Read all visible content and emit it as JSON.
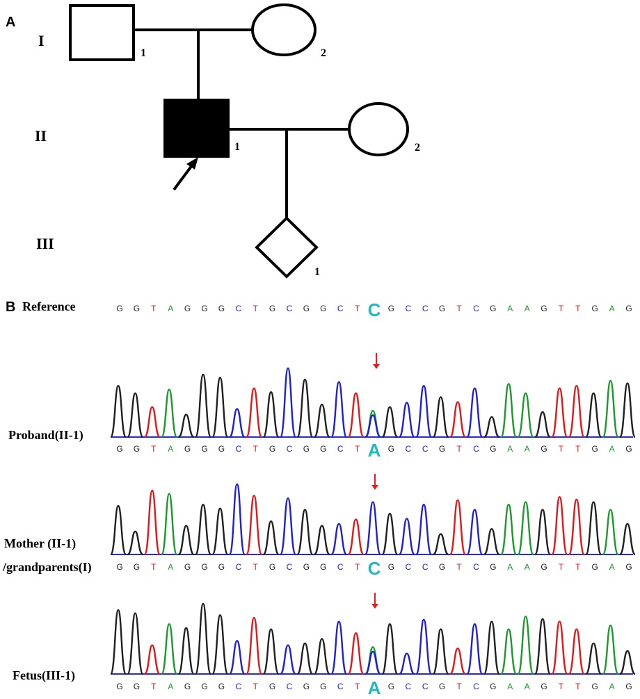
{
  "panelA": {
    "label": "A",
    "generations": [
      "I",
      "II",
      "III"
    ],
    "individuals": [
      {
        "id": "I-1",
        "number": "1",
        "sex": "male",
        "affected": false
      },
      {
        "id": "I-2",
        "number": "2",
        "sex": "female",
        "affected": false
      },
      {
        "id": "II-1",
        "number": "1",
        "sex": "male",
        "affected": true,
        "proband": true
      },
      {
        "id": "II-2",
        "number": "2",
        "sex": "female",
        "affected": false
      },
      {
        "id": "III-1",
        "number": "1",
        "sex": "unknown",
        "affected": false
      }
    ]
  },
  "panelB": {
    "label": "B",
    "reference_label": "Reference",
    "sequence": [
      "G",
      "G",
      "T",
      "A",
      "G",
      "G",
      "G",
      "C",
      "T",
      "G",
      "C",
      "G",
      "G",
      "C",
      "T",
      "C",
      "G",
      "C",
      "C",
      "G",
      "T",
      "C",
      "G",
      "A",
      "A",
      "G",
      "T",
      "T",
      "G",
      "A",
      "G"
    ],
    "mutation_index": 15,
    "reference_base": "C",
    "base_colors": {
      "A": "#1a9a2a",
      "C": "#2020d0",
      "G": "#202020",
      "T": "#e01818"
    },
    "highlight_color": "#22b8c0",
    "marker_color": "#e02020",
    "tracks": [
      {
        "label": "Proband(II-1)",
        "call": "A"
      },
      {
        "label": "Mother (II-1)",
        "label2": "/grandparents(I)",
        "call": "C"
      },
      {
        "label": "Fetus(III-1)",
        "call": "A"
      }
    ]
  }
}
